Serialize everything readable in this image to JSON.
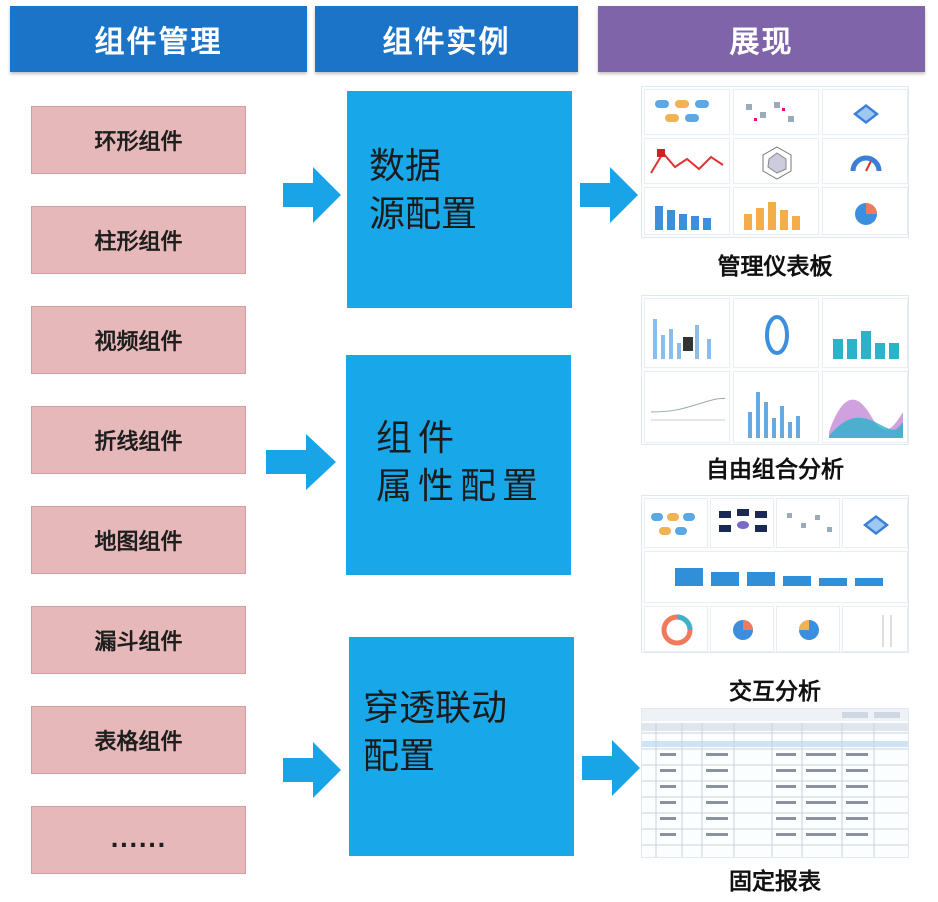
{
  "headers": {
    "management": "组件管理",
    "instance": "组件实例",
    "display": "展现"
  },
  "components": [
    "环形组件",
    "柱形组件",
    "视频组件",
    "折线组件",
    "地图组件",
    "漏斗组件",
    "表格组件",
    "......"
  ],
  "instances": [
    {
      "lines": [
        "数据",
        "源配置"
      ]
    },
    {
      "lines": [
        "组件",
        "属性配置"
      ]
    },
    {
      "lines": [
        "穿透联动",
        "配置"
      ]
    }
  ],
  "displays": [
    "管理仪表板",
    "自由组合分析",
    "交互分析",
    "固定报表"
  ],
  "colors": {
    "header_blue": "#1b74c7",
    "header_purple": "#7f64a9",
    "component_fill": "#e6b8b9",
    "instance_fill": "#18a8ea",
    "arrow": "#19a4e8"
  }
}
